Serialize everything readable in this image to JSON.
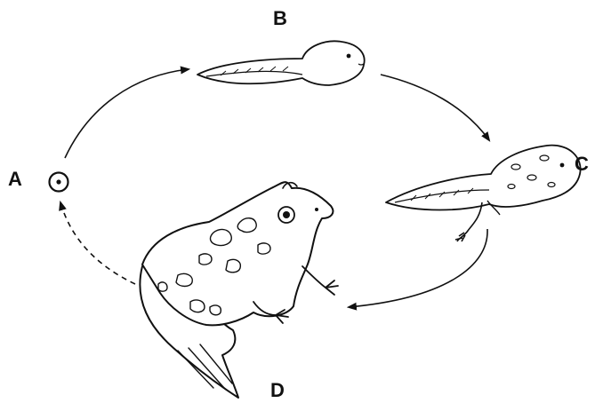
{
  "labels": {
    "a": "A",
    "b": "B",
    "c": "C",
    "d": "D"
  },
  "stages": [
    {
      "label": "A",
      "icon": "egg-icon"
    },
    {
      "label": "B",
      "icon": "tadpole-icon"
    },
    {
      "label": "C",
      "icon": "tadpole-with-legs-icon"
    },
    {
      "label": "D",
      "icon": "adult-frog-icon"
    }
  ],
  "colors": {
    "ink": "#111111",
    "background": "#ffffff"
  }
}
